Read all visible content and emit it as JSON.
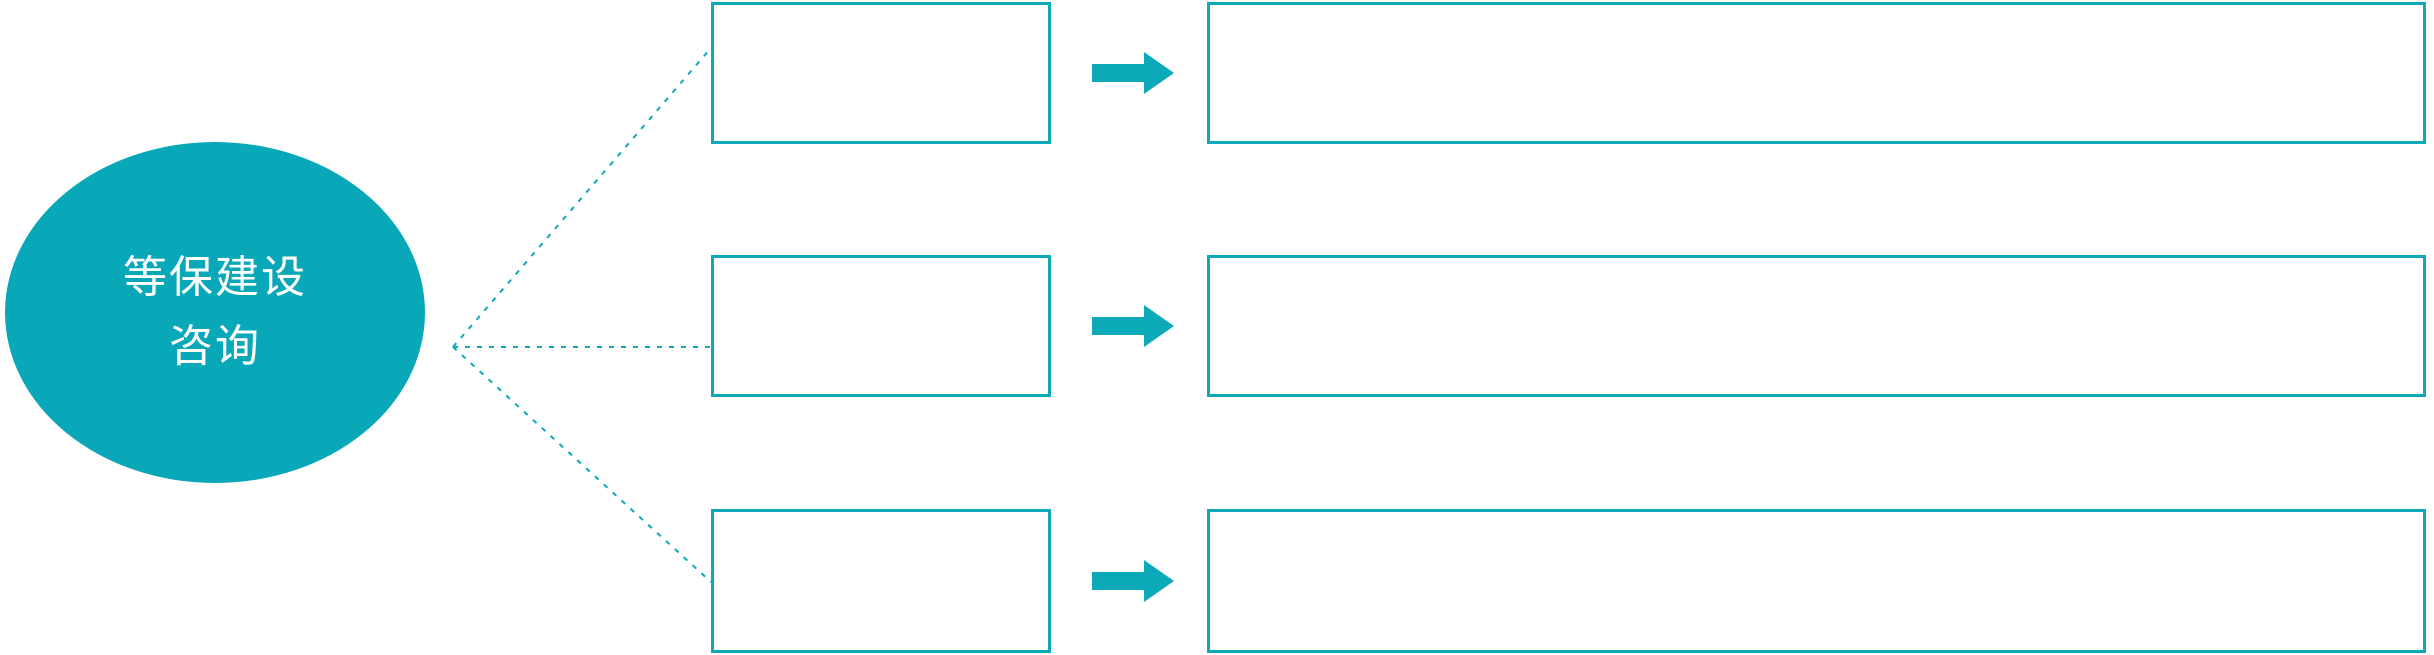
{
  "diagram": {
    "title_lines": [
      "等保建设",
      "咨询"
    ],
    "accent_color": "#08A8B8",
    "border_color": "#0CA9B8",
    "background_color": "#FFFFFF",
    "connector_style": "dotted",
    "arrow_icon": "arrow-right-icon",
    "rows": [
      {
        "id": "row-1",
        "stage_label": "",
        "detail_label": "",
        "arrow_label": ""
      },
      {
        "id": "row-2",
        "stage_label": "",
        "detail_label": "",
        "arrow_label": ""
      },
      {
        "id": "row-3",
        "stage_label": "",
        "detail_label": "",
        "arrow_label": ""
      }
    ]
  }
}
